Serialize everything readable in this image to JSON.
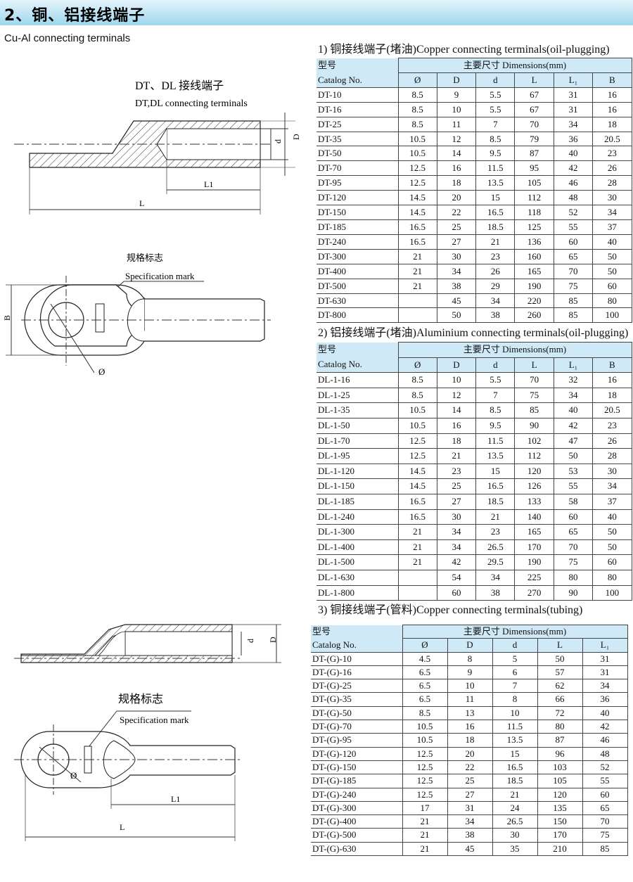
{
  "header": {
    "title": "2、铜、铝接线端子",
    "subtitle": "Cu-Al connecting terminals"
  },
  "drawings": {
    "top_title_cn": "DT、DL 接线端子",
    "top_title_en": "DT,DL connecting terminals",
    "label_d": "d",
    "label_D": "D",
    "label_L1": "L1",
    "label_L": "L",
    "label_B": "B",
    "label_phi": "Ø",
    "spec_mark_cn": "规格标志",
    "spec_mark_en": "Specification mark"
  },
  "tables": [
    {
      "title": "1) 铜接线端子(堵油)Copper connecting terminals(oil-plugging)",
      "header_type": "型号",
      "header_catalog": "Catalog No.",
      "header_dims": "主要尺寸 Dimensions(mm)",
      "columns": [
        "Ø",
        "D",
        "d",
        "L",
        "L₁",
        "B"
      ],
      "rows": [
        [
          "DT-10",
          "8.5",
          "9",
          "5.5",
          "67",
          "31",
          "16"
        ],
        [
          "DT-16",
          "8.5",
          "10",
          "5.5",
          "67",
          "31",
          "16"
        ],
        [
          "DT-25",
          "8.5",
          "11",
          "7",
          "70",
          "34",
          "18"
        ],
        [
          "DT-35",
          "10.5",
          "12",
          "8.5",
          "79",
          "36",
          "20.5"
        ],
        [
          "DT-50",
          "10.5",
          "14",
          "9.5",
          "87",
          "40",
          "23"
        ],
        [
          "DT-70",
          "12.5",
          "16",
          "11.5",
          "95",
          "42",
          "26"
        ],
        [
          "DT-95",
          "12.5",
          "18",
          "13.5",
          "105",
          "46",
          "28"
        ],
        [
          "DT-120",
          "14.5",
          "20",
          "15",
          "112",
          "48",
          "30"
        ],
        [
          "DT-150",
          "14.5",
          "22",
          "16.5",
          "118",
          "52",
          "34"
        ],
        [
          "DT-185",
          "16.5",
          "25",
          "18.5",
          "125",
          "55",
          "37"
        ],
        [
          "DT-240",
          "16.5",
          "27",
          "21",
          "136",
          "60",
          "40"
        ],
        [
          "DT-300",
          "21",
          "30",
          "23",
          "160",
          "65",
          "50"
        ],
        [
          "DT-400",
          "21",
          "34",
          "26",
          "165",
          "70",
          "50"
        ],
        [
          "DT-500",
          "21",
          "38",
          "29",
          "190",
          "75",
          "60"
        ],
        [
          "DT-630",
          "",
          "45",
          "34",
          "220",
          "85",
          "80"
        ],
        [
          "DT-800",
          "",
          "50",
          "38",
          "260",
          "85",
          "100"
        ]
      ]
    },
    {
      "title": "2) 铝接线端子(堵油)Aluminium connecting terminals(oil-plugging)",
      "header_type": "型号",
      "header_catalog": "Catalog No.",
      "header_dims": "主要尺寸 Dimensions(mm)",
      "columns": [
        "Ø",
        "D",
        "d",
        "L",
        "L₁",
        "B"
      ],
      "rows": [
        [
          "DL-1-16",
          "8.5",
          "10",
          "5.5",
          "70",
          "32",
          "16"
        ],
        [
          "DL-1-25",
          "8.5",
          "12",
          "7",
          "75",
          "34",
          "18"
        ],
        [
          "DL-1-35",
          "10.5",
          "14",
          "8.5",
          "85",
          "40",
          "20.5"
        ],
        [
          "DL-1-50",
          "10.5",
          "16",
          "9.5",
          "90",
          "42",
          "23"
        ],
        [
          "DL-1-70",
          "12.5",
          "18",
          "11.5",
          "102",
          "47",
          "26"
        ],
        [
          "DL-1-95",
          "12.5",
          "21",
          "13.5",
          "112",
          "50",
          "28"
        ],
        [
          "DL-1-120",
          "14.5",
          "23",
          "15",
          "120",
          "53",
          "30"
        ],
        [
          "DL-1-150",
          "14.5",
          "25",
          "16.5",
          "126",
          "55",
          "34"
        ],
        [
          "DL-1-185",
          "16.5",
          "27",
          "18.5",
          "133",
          "58",
          "37"
        ],
        [
          "DL-1-240",
          "16.5",
          "30",
          "21",
          "140",
          "60",
          "40"
        ],
        [
          "DL-1-300",
          "21",
          "34",
          "23",
          "165",
          "65",
          "50"
        ],
        [
          "DL-1-400",
          "21",
          "34",
          "26.5",
          "170",
          "70",
          "50"
        ],
        [
          "DL-1-500",
          "21",
          "42",
          "29.5",
          "190",
          "75",
          "60"
        ],
        [
          "DL-1-630",
          "",
          "54",
          "34",
          "225",
          "80",
          "80"
        ],
        [
          "DL-1-800",
          "",
          "60",
          "38",
          "270",
          "90",
          "100"
        ]
      ]
    },
    {
      "title": "3) 铜接线端子(管料)Copper connecting terminals(tubing)",
      "header_type": "型号",
      "header_catalog": "Catalog No.",
      "header_dims": "主要尺寸 Dimensions(mm)",
      "columns": [
        "Ø",
        "D",
        "d",
        "L",
        "L₁"
      ],
      "rows": [
        [
          "DT-(G)-10",
          "4.5",
          "8",
          "5",
          "50",
          "31"
        ],
        [
          "DT-(G)-16",
          "6.5",
          "9",
          "6",
          "57",
          "31"
        ],
        [
          "DT-(G)-25",
          "6.5",
          "10",
          "7",
          "62",
          "34"
        ],
        [
          "DT-(G)-35",
          "6.5",
          "11",
          "8",
          "66",
          "36"
        ],
        [
          "DT-(G)-50",
          "8.5",
          "13",
          "10",
          "72",
          "40"
        ],
        [
          "DT-(G)-70",
          "10.5",
          "16",
          "11.5",
          "80",
          "42"
        ],
        [
          "DT-(G)-95",
          "10.5",
          "18",
          "13.5",
          "87",
          "46"
        ],
        [
          "DT-(G)-120",
          "12.5",
          "20",
          "15",
          "96",
          "48"
        ],
        [
          "DT-(G)-150",
          "12.5",
          "22",
          "16.5",
          "103",
          "52"
        ],
        [
          "DT-(G)-185",
          "12.5",
          "25",
          "18.5",
          "105",
          "55"
        ],
        [
          "DT-(G)-240",
          "12.5",
          "27",
          "21",
          "120",
          "60"
        ],
        [
          "DT-(G)-300",
          "17",
          "31",
          "24",
          "135",
          "65"
        ],
        [
          "DT-(G)-400",
          "21",
          "34",
          "26.5",
          "150",
          "70"
        ],
        [
          "DT-(G)-500",
          "21",
          "38",
          "30",
          "170",
          "75"
        ],
        [
          "DT-(G)-630",
          "21",
          "45",
          "35",
          "210",
          "85"
        ]
      ]
    }
  ]
}
